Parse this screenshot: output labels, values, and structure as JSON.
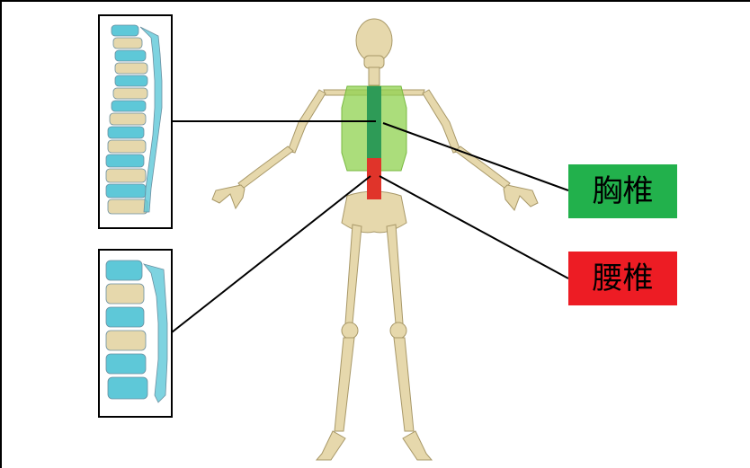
{
  "labels": {
    "thoracic": "胸椎",
    "lumbar": "腰椎"
  },
  "colors": {
    "thoracic_label_bg": "#22b14c",
    "lumbar_label_bg": "#ed1c24",
    "ribcage_overlay": "#8fd14f",
    "thoracic_spine": "#2e9b57",
    "lumbar_spine": "#e0342a",
    "bone": "#e6d8ac",
    "bone_shade": "#b8a878",
    "vertebra_cyan": "#5ec8d8",
    "frame": "#000000"
  },
  "icons": {
    "thoracic_inset": "thoracic-vertebrae-illustration",
    "lumbar_inset": "lumbar-vertebrae-illustration",
    "skeleton": "human-skeleton-front-view"
  }
}
